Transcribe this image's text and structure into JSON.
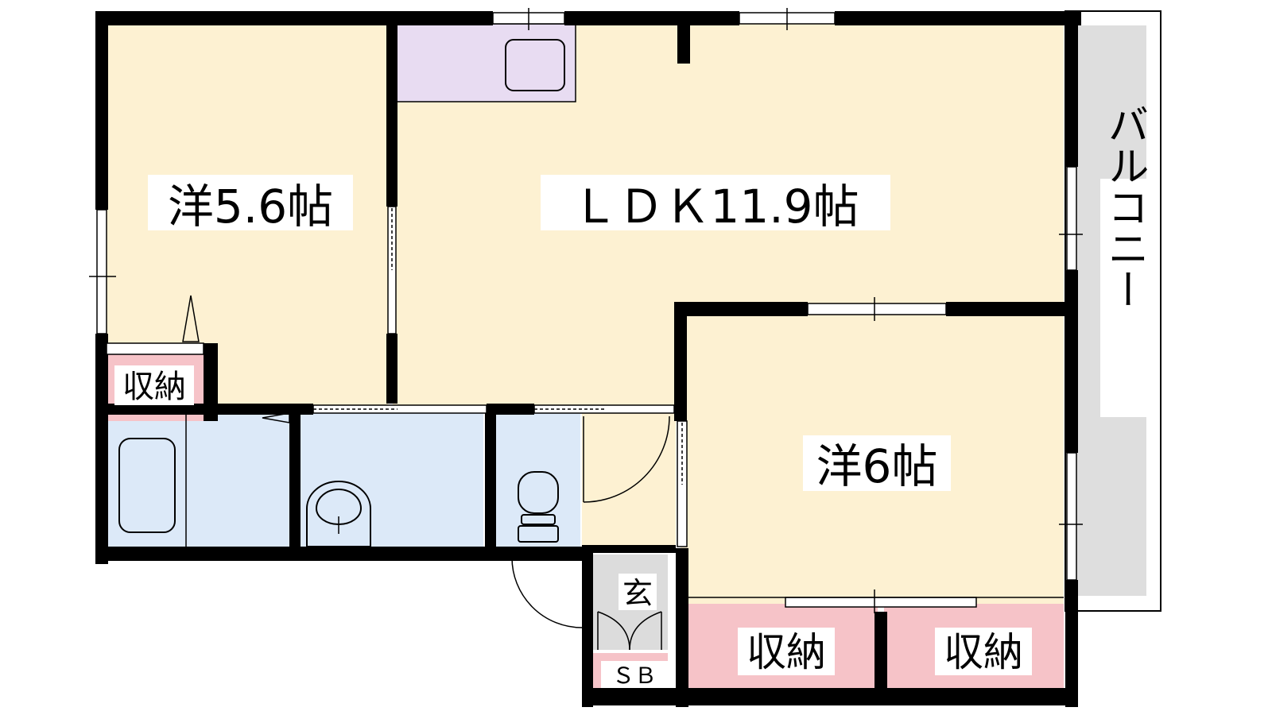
{
  "floor_plan": {
    "rooms": {
      "western_room_a": {
        "label": "洋5.6帖"
      },
      "ldk": {
        "label": "ＬＤＫ11.9帖"
      },
      "western_room_b": {
        "label": "洋6帖"
      },
      "storage_left": {
        "label": "収納"
      },
      "storage_bottom_1": {
        "label": "収納"
      },
      "storage_bottom_2": {
        "label": "収納"
      },
      "entrance": {
        "label": "玄"
      },
      "shoe_box": {
        "label": "ＳＢ"
      },
      "balcony": {
        "label": "バルコニー"
      }
    },
    "colors": {
      "room": "#fdf1d2",
      "kitchen": "#e8dcf2",
      "wet_area": "#dce9f8",
      "storage": "#f6c3c8",
      "balcony": "#dedede",
      "entrance": "#dcdcdc",
      "wall": "#000000"
    }
  }
}
